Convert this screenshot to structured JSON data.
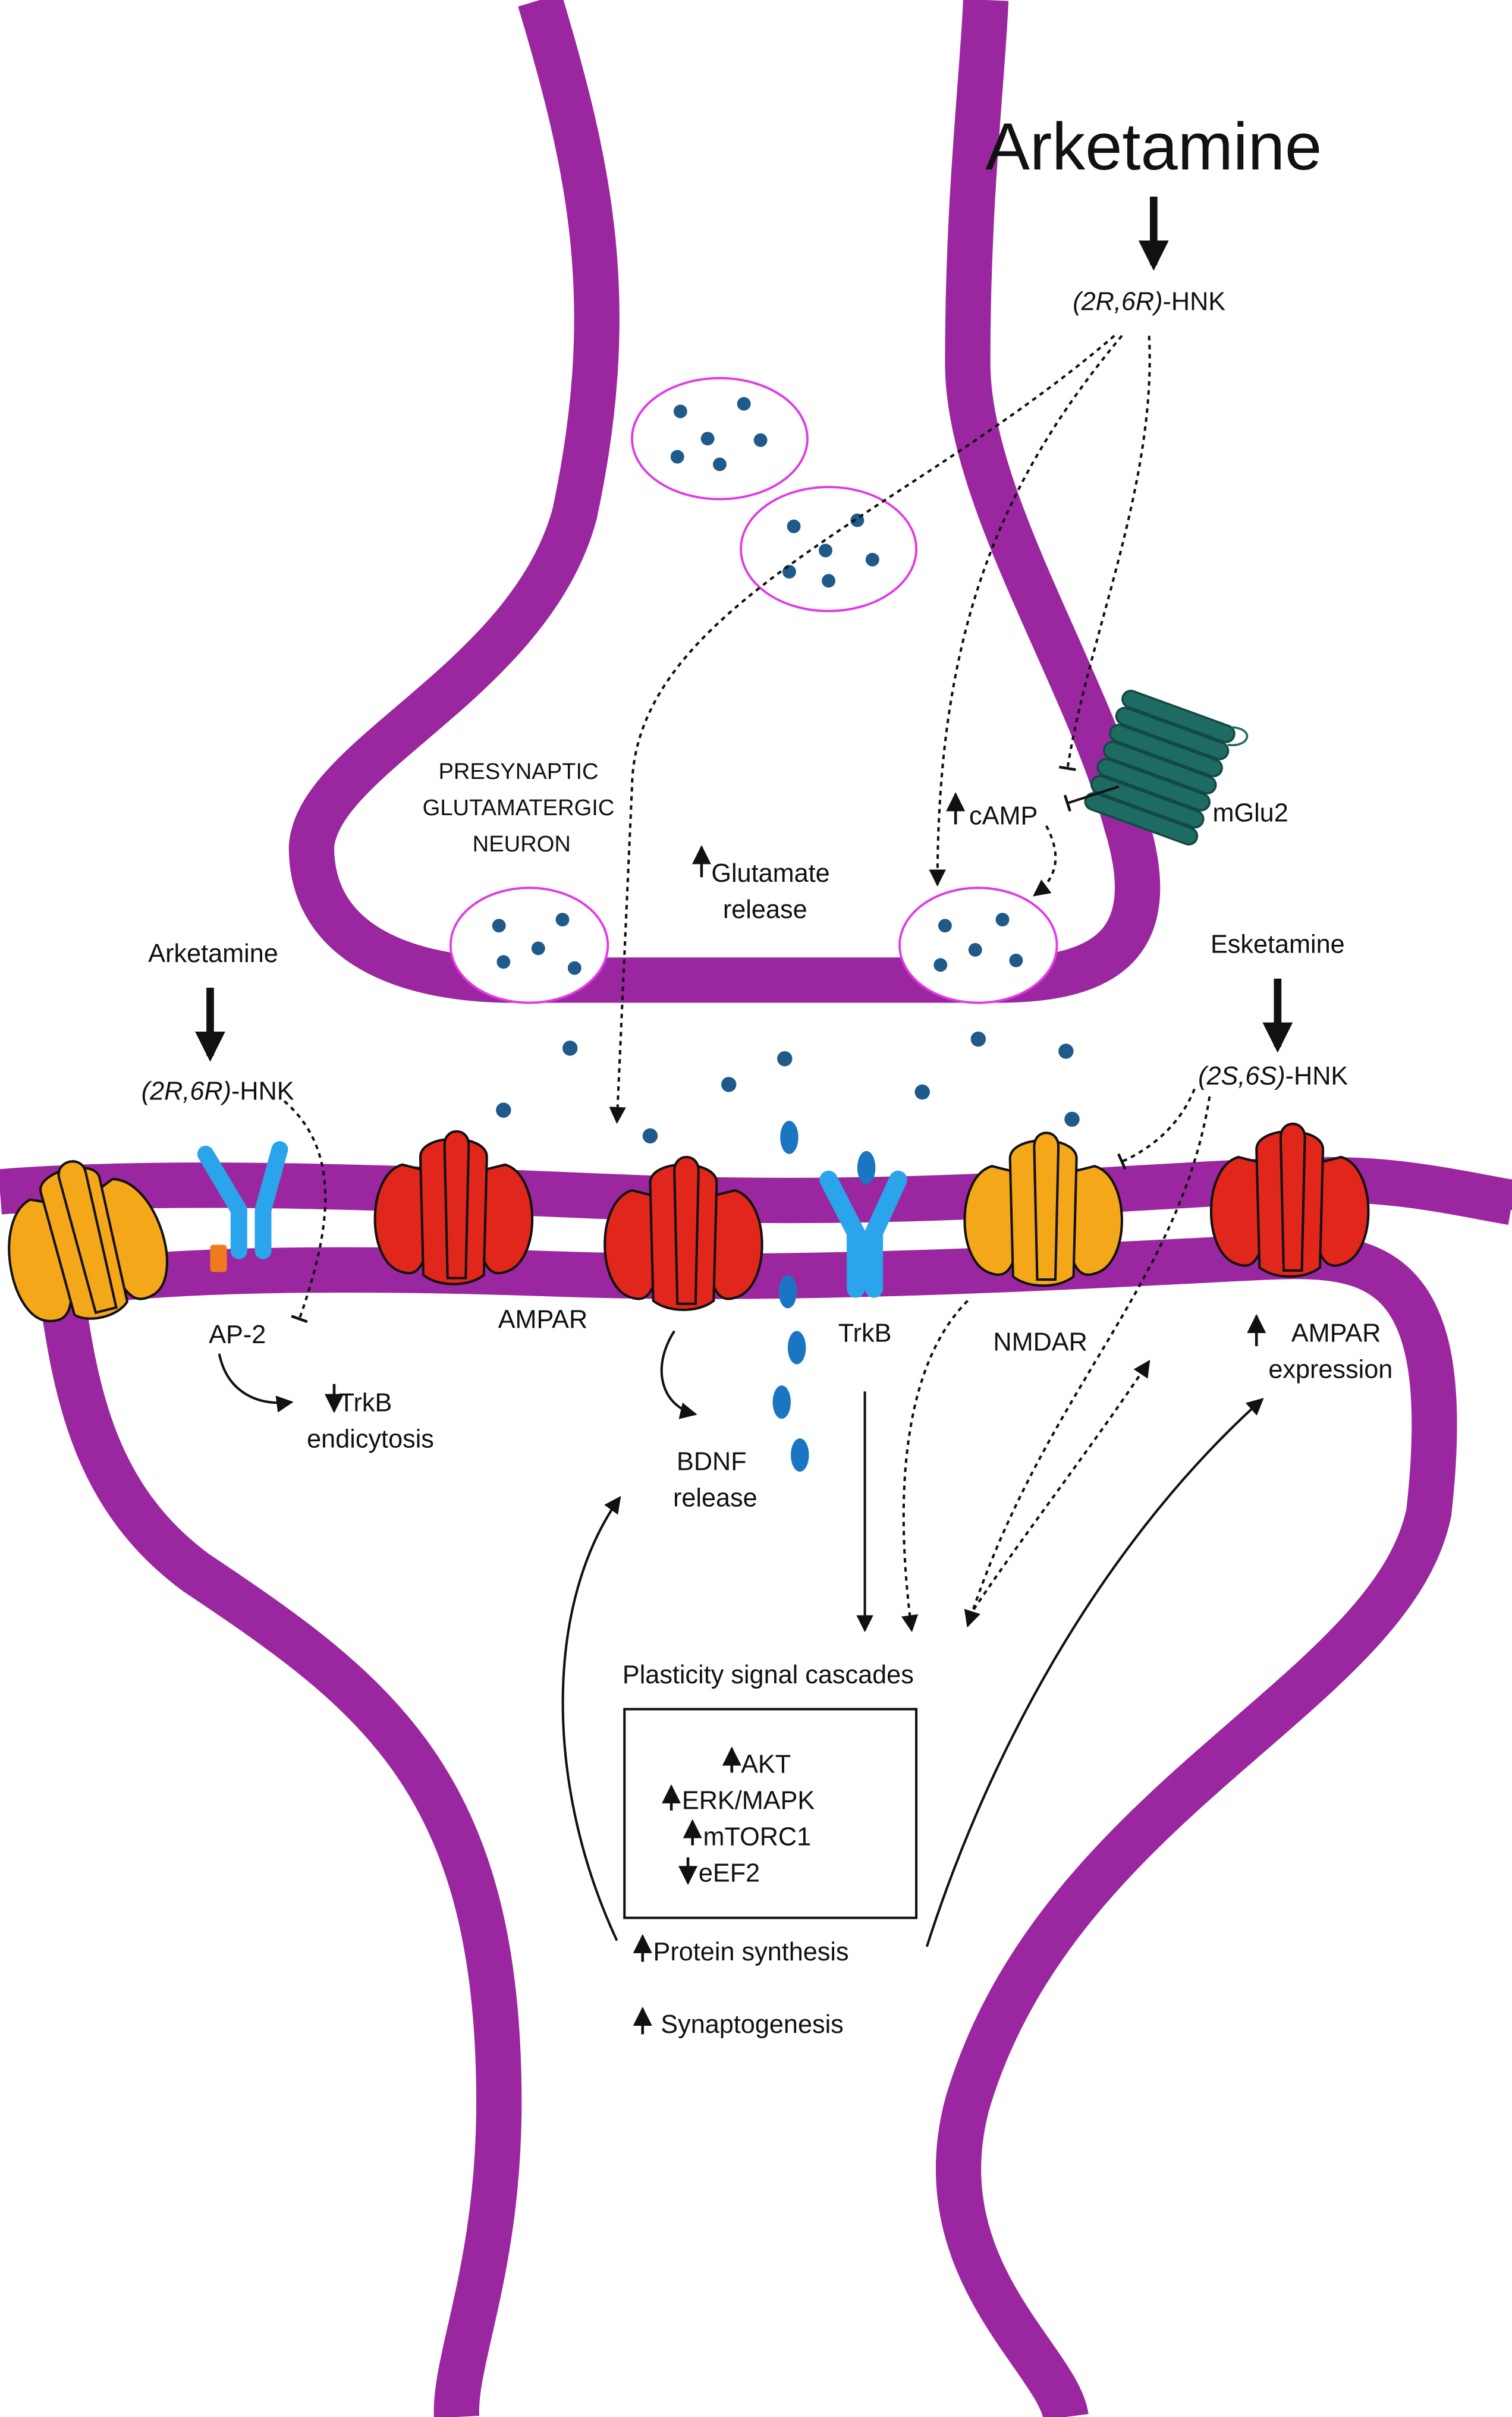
{
  "colors": {
    "membrane": "#9b27a0",
    "vesicle_outline": "#e238e8",
    "neurotransmitter": "#1f5a8a",
    "ampar": "#e1261c",
    "nmdar": "#f5a71a",
    "trkb": "#2aa4ea",
    "bdnf": "#1a76c2",
    "mglu2": "#1d6b62",
    "ap2": "#f07b1e",
    "text": "#111111"
  },
  "labels": {
    "arketamine_top": "Arketamine",
    "hnk_top_italic": "(2R,6R)",
    "hnk_top_suffix": "-HNK",
    "presynaptic_line1": "PRESYNAPTIC",
    "presynaptic_line2": "GLUTAMATERGIC",
    "presynaptic_line3": "NEURON",
    "camp": "cAMP",
    "mglu2": "mGlu2",
    "glutamate_line1": "Glutamate",
    "glutamate_line2": "release",
    "arketamine_left": "Arketamine",
    "hnk_left_italic": "(2R,6R)",
    "hnk_left_suffix": "-HNK",
    "esketamine": "Esketamine",
    "hnk_right_italic": "(2S,6S)",
    "hnk_right_suffix": "-HNK",
    "ap2": "AP-2",
    "trkb_endo_line1": "TrkB",
    "trkb_endo_line2": "endicytosis",
    "ampar": "AMPAR",
    "bdnf_line1": "BDNF",
    "bdnf_line2": "release",
    "trkb": "TrkB",
    "nmdar": "NMDAR",
    "ampar_exp_line1": "AMPAR",
    "ampar_exp_line2": "expression",
    "plasticity": "Plasticity signal cascades",
    "akt": "AKT",
    "erk": "ERK/MAPK",
    "mtorc1": "mTORC1",
    "eef2": "eEF2",
    "protein": "Protein synthesis",
    "synaptogenesis": "Synaptogenesis"
  }
}
